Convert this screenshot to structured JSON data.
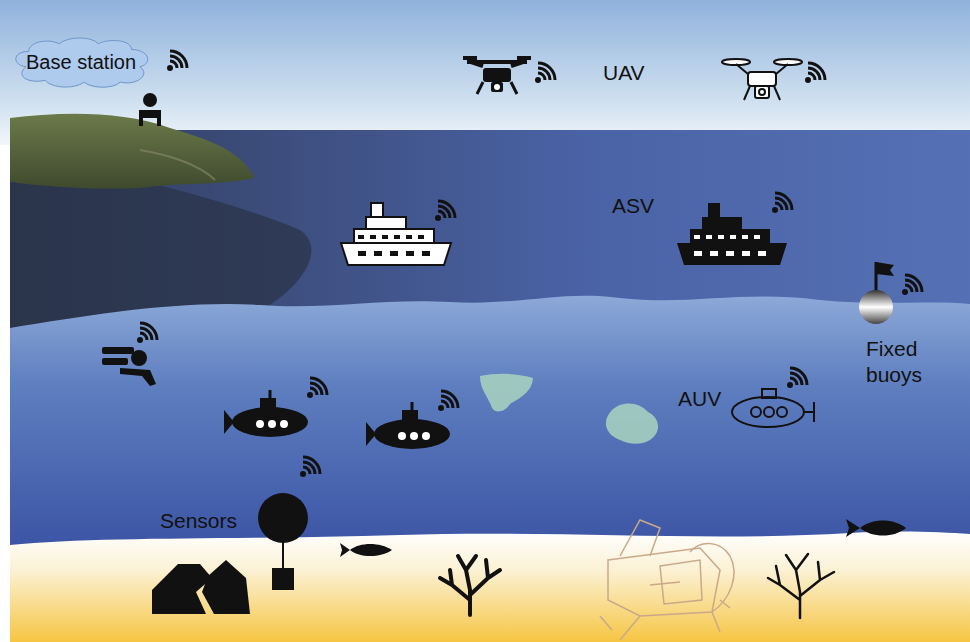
{
  "diagram": {
    "nodes": [
      {
        "text": [
          "Base station"
        ]
      }
    ],
    "labels": [
      "UAV",
      "ASV",
      "Fixed buoys",
      "AUV",
      "Sensors"
    ]
  }
}
